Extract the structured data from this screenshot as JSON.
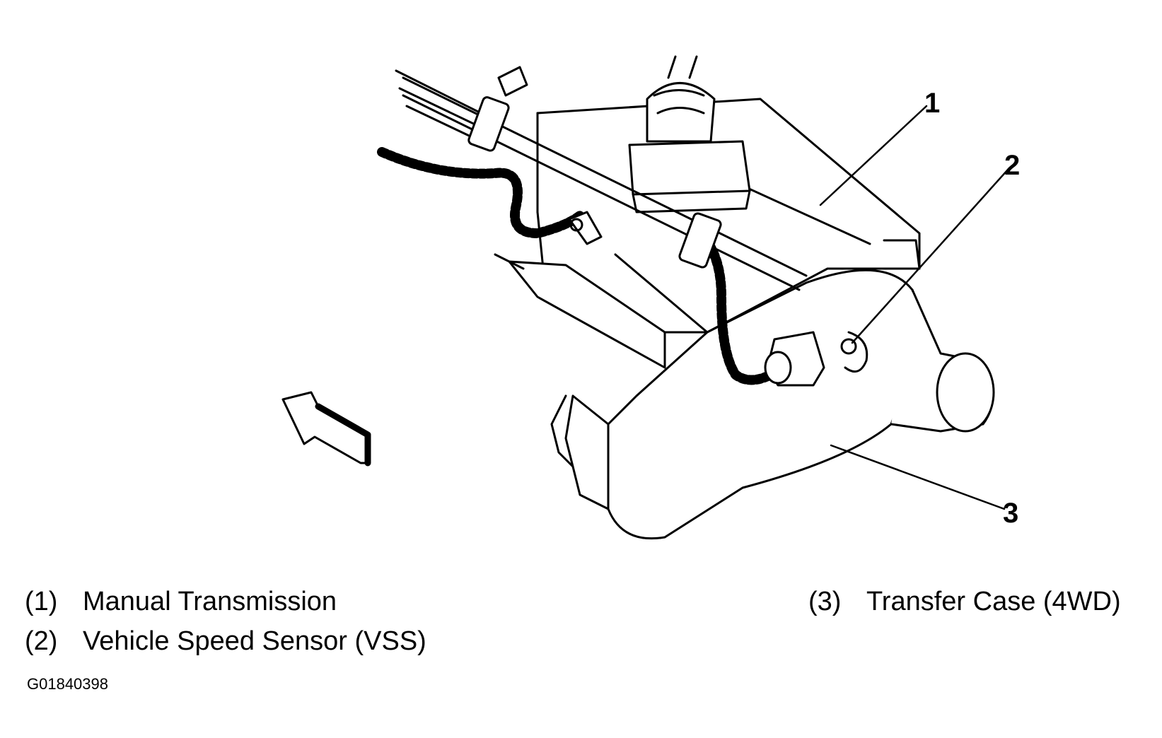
{
  "callouts": [
    {
      "number": "1"
    },
    {
      "number": "2"
    },
    {
      "number": "3"
    }
  ],
  "legend": [
    {
      "number": "(1)",
      "label": "Manual Transmission"
    },
    {
      "number": "(2)",
      "label": "Vehicle Speed Sensor (VSS)"
    },
    {
      "number": "(3)",
      "label": "Transfer Case (4WD)"
    }
  ],
  "figure_id": "G01840398",
  "colors": {
    "line": "#000000",
    "background": "#ffffff"
  }
}
